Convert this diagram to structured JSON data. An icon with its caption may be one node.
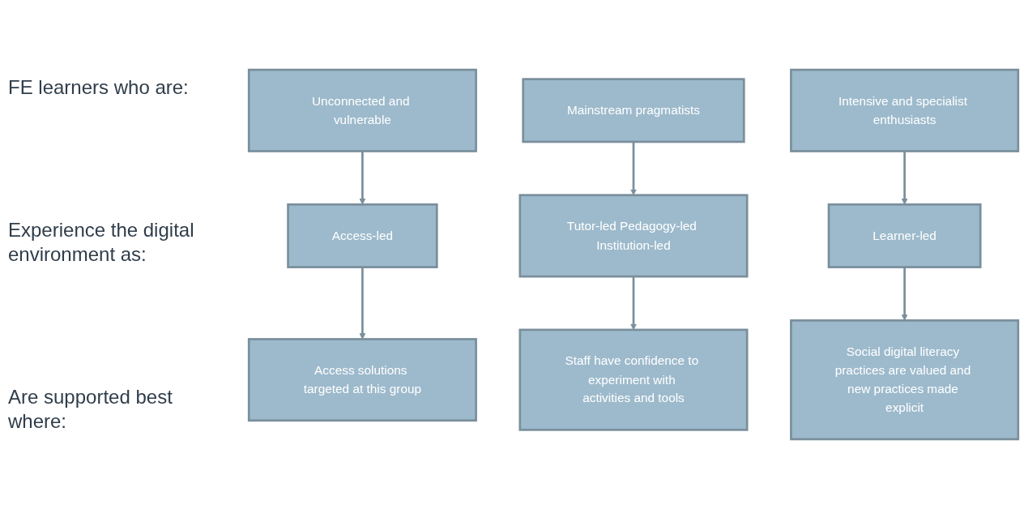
{
  "diagram": {
    "nodes": [
      {
        "text": [
          "Unconnected and vulnerable"
        ]
      },
      {
        "text": [
          "Mainstream pragmatists"
        ]
      },
      {
        "text": [
          "Intensive and specialist enthusiasts"
        ]
      },
      {
        "text": [
          "Access-led"
        ]
      },
      {
        "text": [
          "Tutor-led Pedagogy-led Institution-led"
        ]
      },
      {
        "text": [
          "Learner-led"
        ]
      },
      {
        "text": [
          "Access solutions targeted at this group"
        ]
      },
      {
        "text": [
          "Staff have confidence to experiment with activities and tools"
        ]
      },
      {
        "text": [
          "Social digital literacy practices are valued and new practices made explicit"
        ]
      }
    ],
    "edges": [
      {
        "from": 0,
        "to": 3,
        "arrow": "to"
      },
      {
        "from": 1,
        "to": 4,
        "arrow": "to"
      },
      {
        "from": 2,
        "to": 5,
        "arrow": "to"
      },
      {
        "from": 3,
        "to": 6,
        "arrow": "to"
      },
      {
        "from": 4,
        "to": 7,
        "arrow": "to"
      },
      {
        "from": 5,
        "to": 8,
        "arrow": "to"
      }
    ],
    "labels": [
      "FE learners who are:",
      "Experience the digital environment as:",
      "Are supported best where:"
    ]
  }
}
